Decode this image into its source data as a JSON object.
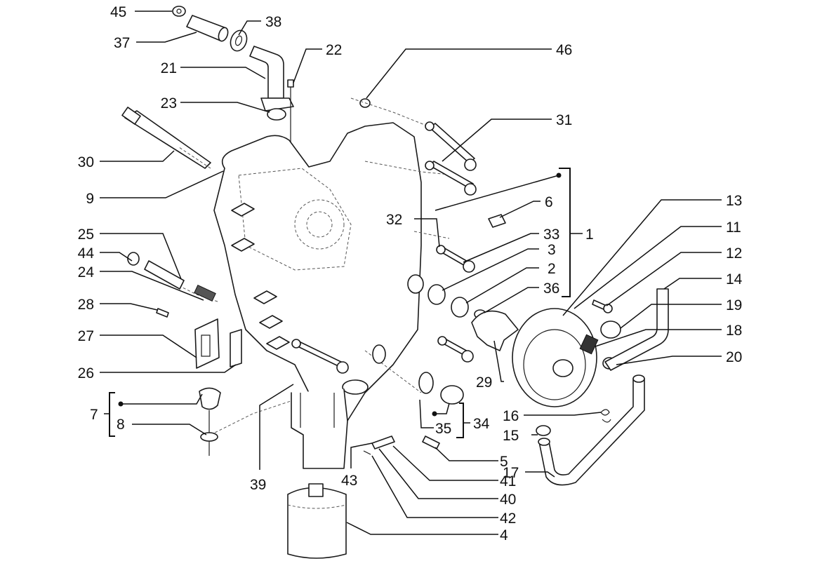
{
  "title": "Exploded parts diagram - crankcase cover, oil filter and water pump",
  "colors": {
    "line": "#111111",
    "background": "#ffffff"
  },
  "callouts": [
    {
      "id": "45",
      "label": "45"
    },
    {
      "id": "37",
      "label": "37"
    },
    {
      "id": "38",
      "label": "38"
    },
    {
      "id": "22",
      "label": "22"
    },
    {
      "id": "21",
      "label": "21"
    },
    {
      "id": "23",
      "label": "23"
    },
    {
      "id": "46",
      "label": "46"
    },
    {
      "id": "30",
      "label": "30"
    },
    {
      "id": "31",
      "label": "31"
    },
    {
      "id": "9",
      "label": "9"
    },
    {
      "id": "6",
      "label": "6"
    },
    {
      "id": "13",
      "label": "13"
    },
    {
      "id": "32",
      "label": "32"
    },
    {
      "id": "33",
      "label": "33"
    },
    {
      "id": "1",
      "label": "1"
    },
    {
      "id": "11",
      "label": "11"
    },
    {
      "id": "25",
      "label": "25"
    },
    {
      "id": "3",
      "label": "3"
    },
    {
      "id": "12",
      "label": "12"
    },
    {
      "id": "44",
      "label": "44"
    },
    {
      "id": "24",
      "label": "24"
    },
    {
      "id": "2",
      "label": "2"
    },
    {
      "id": "14",
      "label": "14"
    },
    {
      "id": "36",
      "label": "36"
    },
    {
      "id": "28",
      "label": "28"
    },
    {
      "id": "19",
      "label": "19"
    },
    {
      "id": "27",
      "label": "27"
    },
    {
      "id": "18",
      "label": "18"
    },
    {
      "id": "20",
      "label": "20"
    },
    {
      "id": "26",
      "label": "26"
    },
    {
      "id": "29",
      "label": "29"
    },
    {
      "id": "7",
      "label": "7"
    },
    {
      "id": "8",
      "label": "8"
    },
    {
      "id": "16",
      "label": "16"
    },
    {
      "id": "35",
      "label": "35"
    },
    {
      "id": "34",
      "label": "34"
    },
    {
      "id": "15",
      "label": "15"
    },
    {
      "id": "5",
      "label": "5"
    },
    {
      "id": "17",
      "label": "17"
    },
    {
      "id": "39",
      "label": "39"
    },
    {
      "id": "43",
      "label": "43"
    },
    {
      "id": "41",
      "label": "41"
    },
    {
      "id": "40",
      "label": "40"
    },
    {
      "id": "42",
      "label": "42"
    },
    {
      "id": "4",
      "label": "4"
    }
  ],
  "groups": [
    {
      "label": "1",
      "members": [
        "6",
        "33",
        "3",
        "2",
        "36"
      ]
    },
    {
      "label": "7",
      "members": [
        "7-dot",
        "8"
      ]
    },
    {
      "label": "34",
      "members": [
        "34-dot",
        "35"
      ]
    }
  ]
}
